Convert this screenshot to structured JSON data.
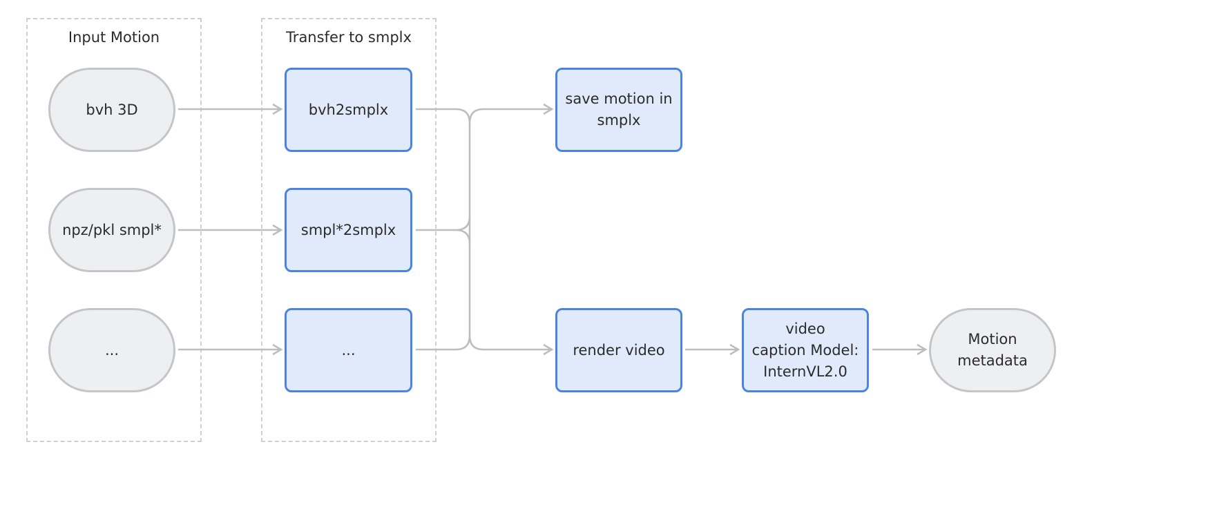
{
  "groups": [
    {
      "id": "input",
      "title": "Input Motion"
    },
    {
      "id": "transfer",
      "title": "Transfer to smplx"
    }
  ],
  "nodes": {
    "bvh3d": {
      "label": "bvh 3D",
      "shape": "pill"
    },
    "npz_pkl": {
      "label": "npz/pkl smpl*",
      "shape": "pill"
    },
    "input_more": {
      "label": "...",
      "shape": "pill"
    },
    "bvh2smplx": {
      "label": "bvh2smplx",
      "shape": "box"
    },
    "smpl2smplx": {
      "label": "smpl*2smplx",
      "shape": "box"
    },
    "transfer_more": {
      "label": "...",
      "shape": "box"
    },
    "save_motion": {
      "label": "save motion in\nsmplx",
      "shape": "box"
    },
    "render_video": {
      "label": "render video",
      "shape": "box"
    },
    "caption_model": {
      "label": "video\ncaption Model:\nInternVL2.0",
      "shape": "box"
    },
    "motion_metadata": {
      "label": "Motion\nmetadata",
      "shape": "pill"
    }
  },
  "edges": [
    {
      "from": "bvh3d",
      "to": "bvh2smplx"
    },
    {
      "from": "npz_pkl",
      "to": "smpl2smplx"
    },
    {
      "from": "input_more",
      "to": "transfer_more"
    },
    {
      "from": [
        "bvh2smplx",
        "smpl2smplx",
        "transfer_more"
      ],
      "to": "save_motion",
      "type": "merge"
    },
    {
      "from": [
        "bvh2smplx",
        "smpl2smplx",
        "transfer_more"
      ],
      "to": "render_video",
      "type": "merge"
    },
    {
      "from": "render_video",
      "to": "caption_model"
    },
    {
      "from": "caption_model",
      "to": "motion_metadata"
    }
  ],
  "colors": {
    "box_fill": "#e0eafb",
    "box_border": "#4c84dd",
    "pill_fill": "#eeeff1",
    "pill_border": "#c4c5c8",
    "edge": "#bdbdbd",
    "group_border": "#cfcfcf"
  }
}
